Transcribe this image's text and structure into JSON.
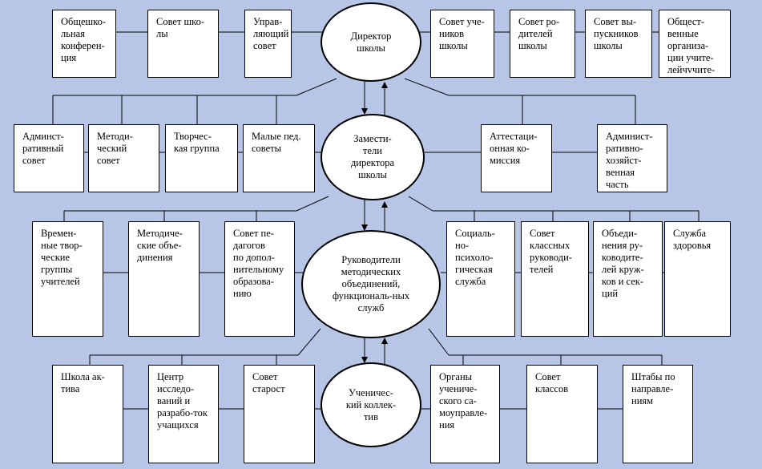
{
  "diagram": {
    "centers": {
      "director": "Директор\nшколы",
      "deputies": "Замести-\nтели\nдиректора\nшколы",
      "heads": "Руководители\nметодических\nобъединений,\nфункциональ-ных\nслужб",
      "students": "Ученичес-\nкий коллек-\nтив"
    },
    "row1": [
      "Общешко-\nльная\nконферен-\nция",
      "Совет шко-\nлы",
      "Управ-\nляющий\nсовет",
      "Совет уче-\nников\nшколы",
      "Совет ро-\nдителей\nшколы",
      "Совет вы-\nпускников\nшколы",
      "Общест-\nвенные\nорганиза-\nции учите-\nлейчvчите-"
    ],
    "row2": [
      "Админст-\nративный\nсовет",
      "Методи-\nческий\nсовет",
      "Творчес-\nкая группа",
      "Малые пед.\nсоветы",
      "Аттестаци-\nонная ко-\nмиссия",
      "Админист-\nративно-\nхозяйст-\nвенная\nчасть"
    ],
    "row3": [
      "Времен-\nные твор-\nческие\nгруппы\nучителей",
      "Методиче-\nские объе-\nдинения",
      "Совет пе-\nдагогов\nпо допол-\nнительному\nобразова-\nнию",
      "Социаль-\nно-\nпсихоло-\nгическая\nслужба",
      "Совет\nклассных\nруководи-\nтелей",
      "Объеди-\nнения ру-\nководите-\nлей круж-\nков и сек-\nций",
      "Служба\nздоровья"
    ],
    "row4": [
      "Школа ак-\nтива",
      "Центр\nисследо-\nваний и\nразрабо-ток\nучащихся",
      "Совет\nстарост",
      "Органы\nучениче-\nского са-\nмоуправле-\nния",
      "Совет\nклассов",
      "Штабы по\nнаправле-\nниям"
    ],
    "colors": {
      "background": "#b7c6e6",
      "box": "#ffffff",
      "stroke": "#000000"
    }
  }
}
